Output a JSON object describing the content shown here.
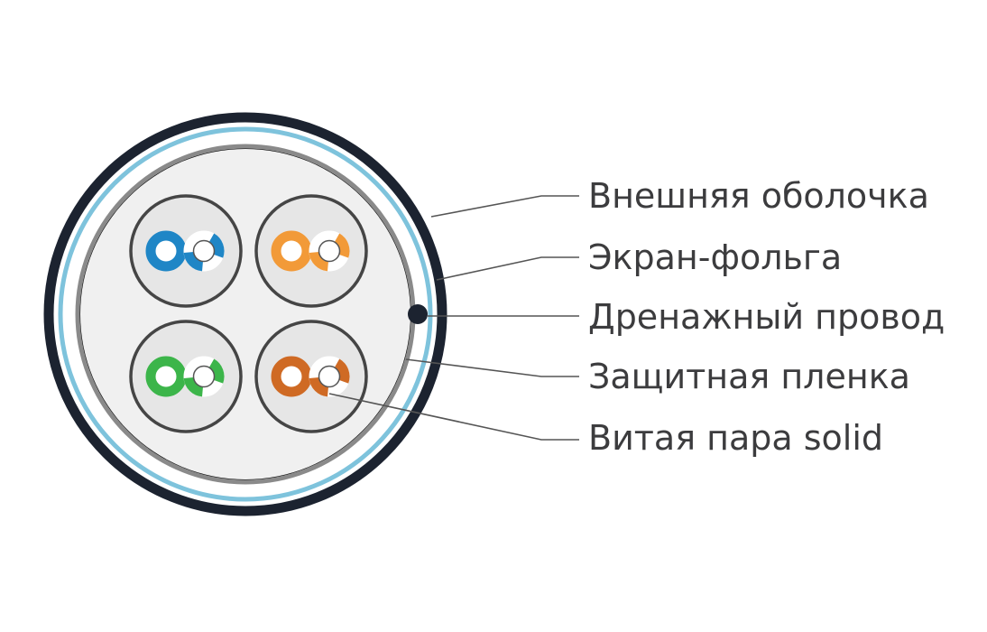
{
  "labels": {
    "outer_jacket": "Внешняя оболочка",
    "foil_screen": "Экран-фольга",
    "drain_wire": "Дренажный провод",
    "protective_film": "Защитная пленка",
    "twisted_pair": "Витая пара solid"
  },
  "pairs": [
    {
      "name": "blue",
      "color": "#1f86c6"
    },
    {
      "name": "orange",
      "color": "#f29a38"
    },
    {
      "name": "green",
      "color": "#3cb54a"
    },
    {
      "name": "brown",
      "color": "#cf6a24"
    }
  ],
  "colors": {
    "outer_jacket": "#1c2330",
    "foil_screen": "#7ec3dc",
    "protective_film": "#8a8a8a",
    "fill": "#eeeeee",
    "pair_fill": "#e6e6e6",
    "leader_line": "#555555",
    "text": "#3c3c3e"
  }
}
